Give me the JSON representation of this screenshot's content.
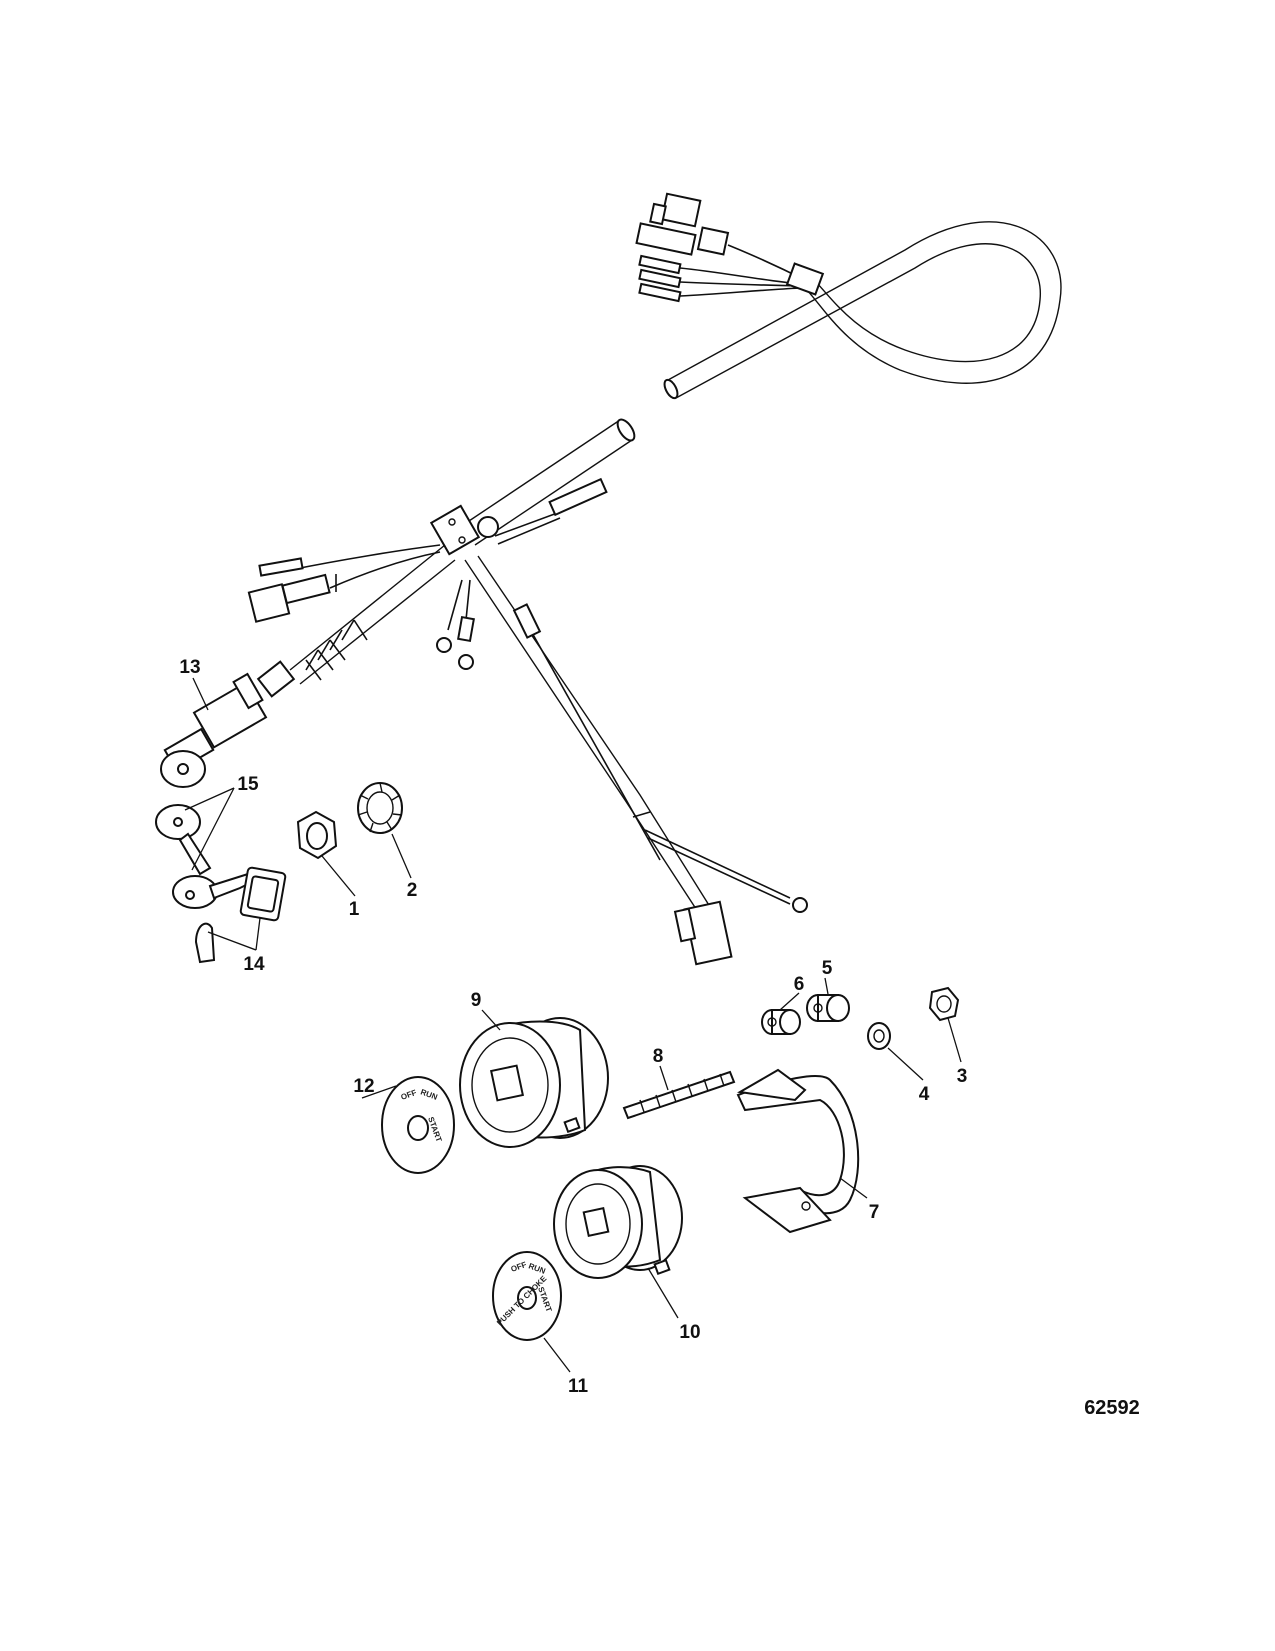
{
  "figure_number": "62592",
  "callouts": {
    "c1": "1",
    "c2": "2",
    "c3": "3",
    "c4": "4",
    "c5": "5",
    "c6": "6",
    "c7": "7",
    "c8": "8",
    "c9": "9",
    "c10": "10",
    "c11": "11",
    "c12": "12",
    "c13": "13",
    "c14": "14",
    "c15": "15"
  },
  "decal_text": {
    "off": "OFF",
    "run": "RUN",
    "start": "START",
    "push": "PUSH TO CHOKE"
  },
  "colors": {
    "line": "#111111",
    "background": "#ffffff"
  }
}
